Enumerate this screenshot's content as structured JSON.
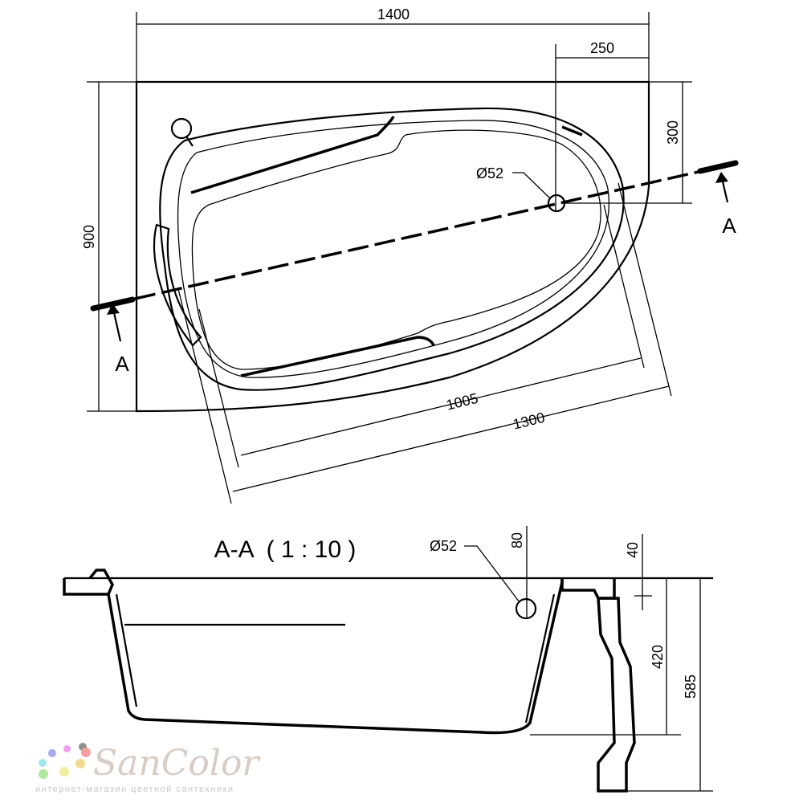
{
  "top_view": {
    "dim_width": "1400",
    "dim_drain_offset_x": "250",
    "dim_drain_offset_y": "300",
    "dim_depth": "900",
    "drain_diameter": "Ø52",
    "section_mark_left": "A",
    "section_mark_right": "A",
    "dim_inner_length": "1005",
    "dim_outer_length": "1300"
  },
  "section_view": {
    "title": "A-A  ( 1 : 10 )",
    "drain_diameter": "Ø52",
    "dim_drain_height": "80",
    "dim_rim": "40",
    "dim_inner_depth": "420",
    "dim_total_height": "585"
  },
  "watermark": {
    "brand": "SanColor",
    "tagline": "интернет-магазин цветной сантехники"
  }
}
